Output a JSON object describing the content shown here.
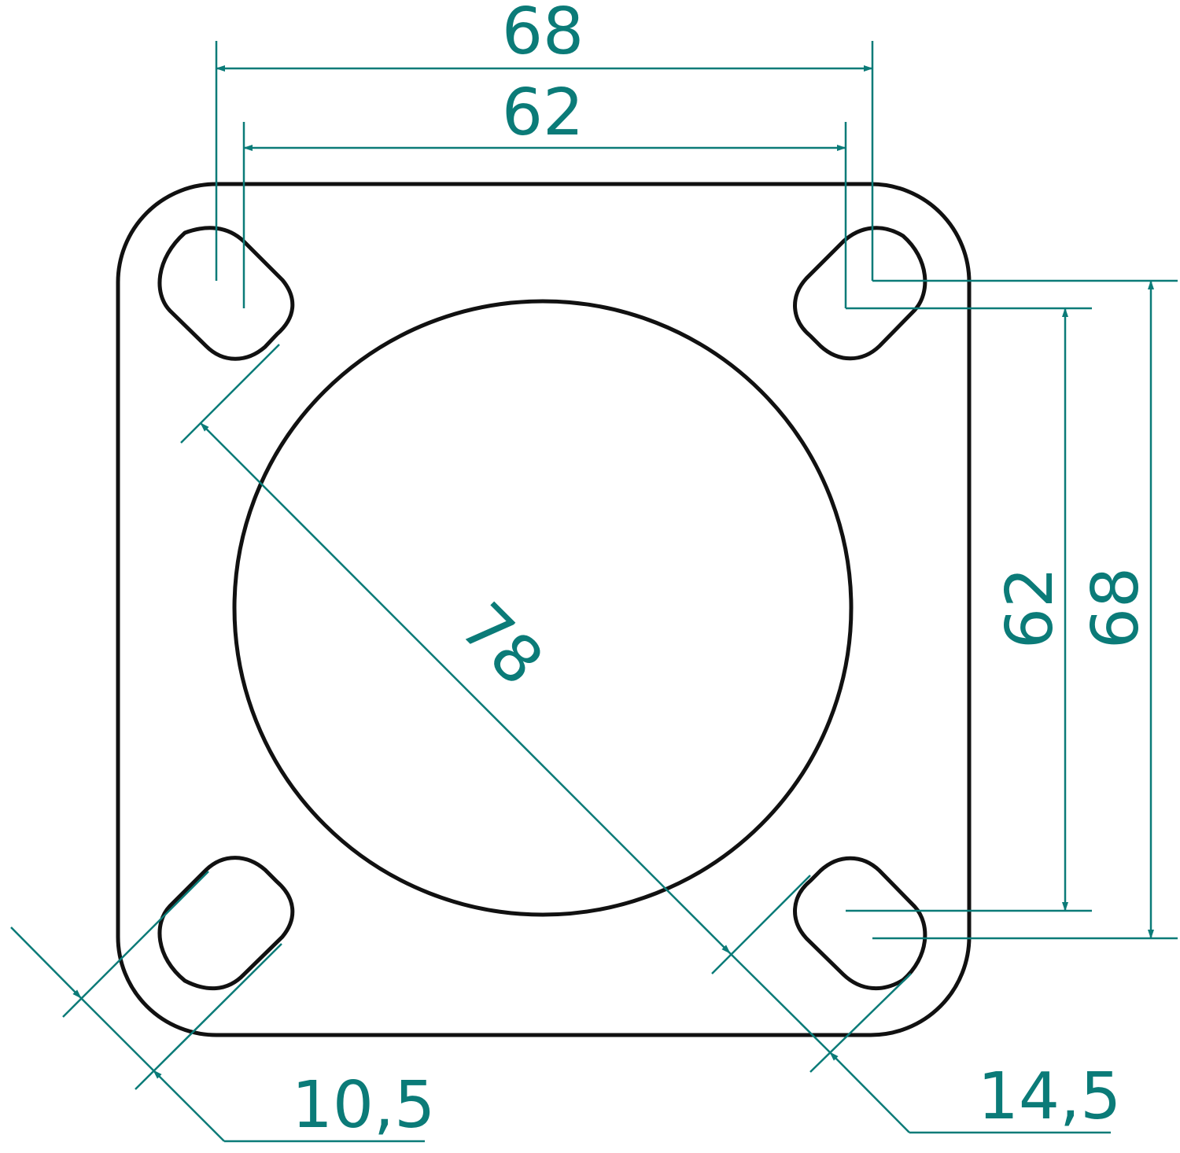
{
  "colors": {
    "part_outline": "#111111",
    "dimension": "#0b7b78",
    "background": "#ffffff"
  },
  "dimensions": {
    "top_outer_width": "68",
    "top_inner_width": "62",
    "right_inner_height": "62",
    "right_outer_height": "68",
    "center_diameter": "78",
    "slot_width": "10,5",
    "corner_radius": "14,5"
  }
}
